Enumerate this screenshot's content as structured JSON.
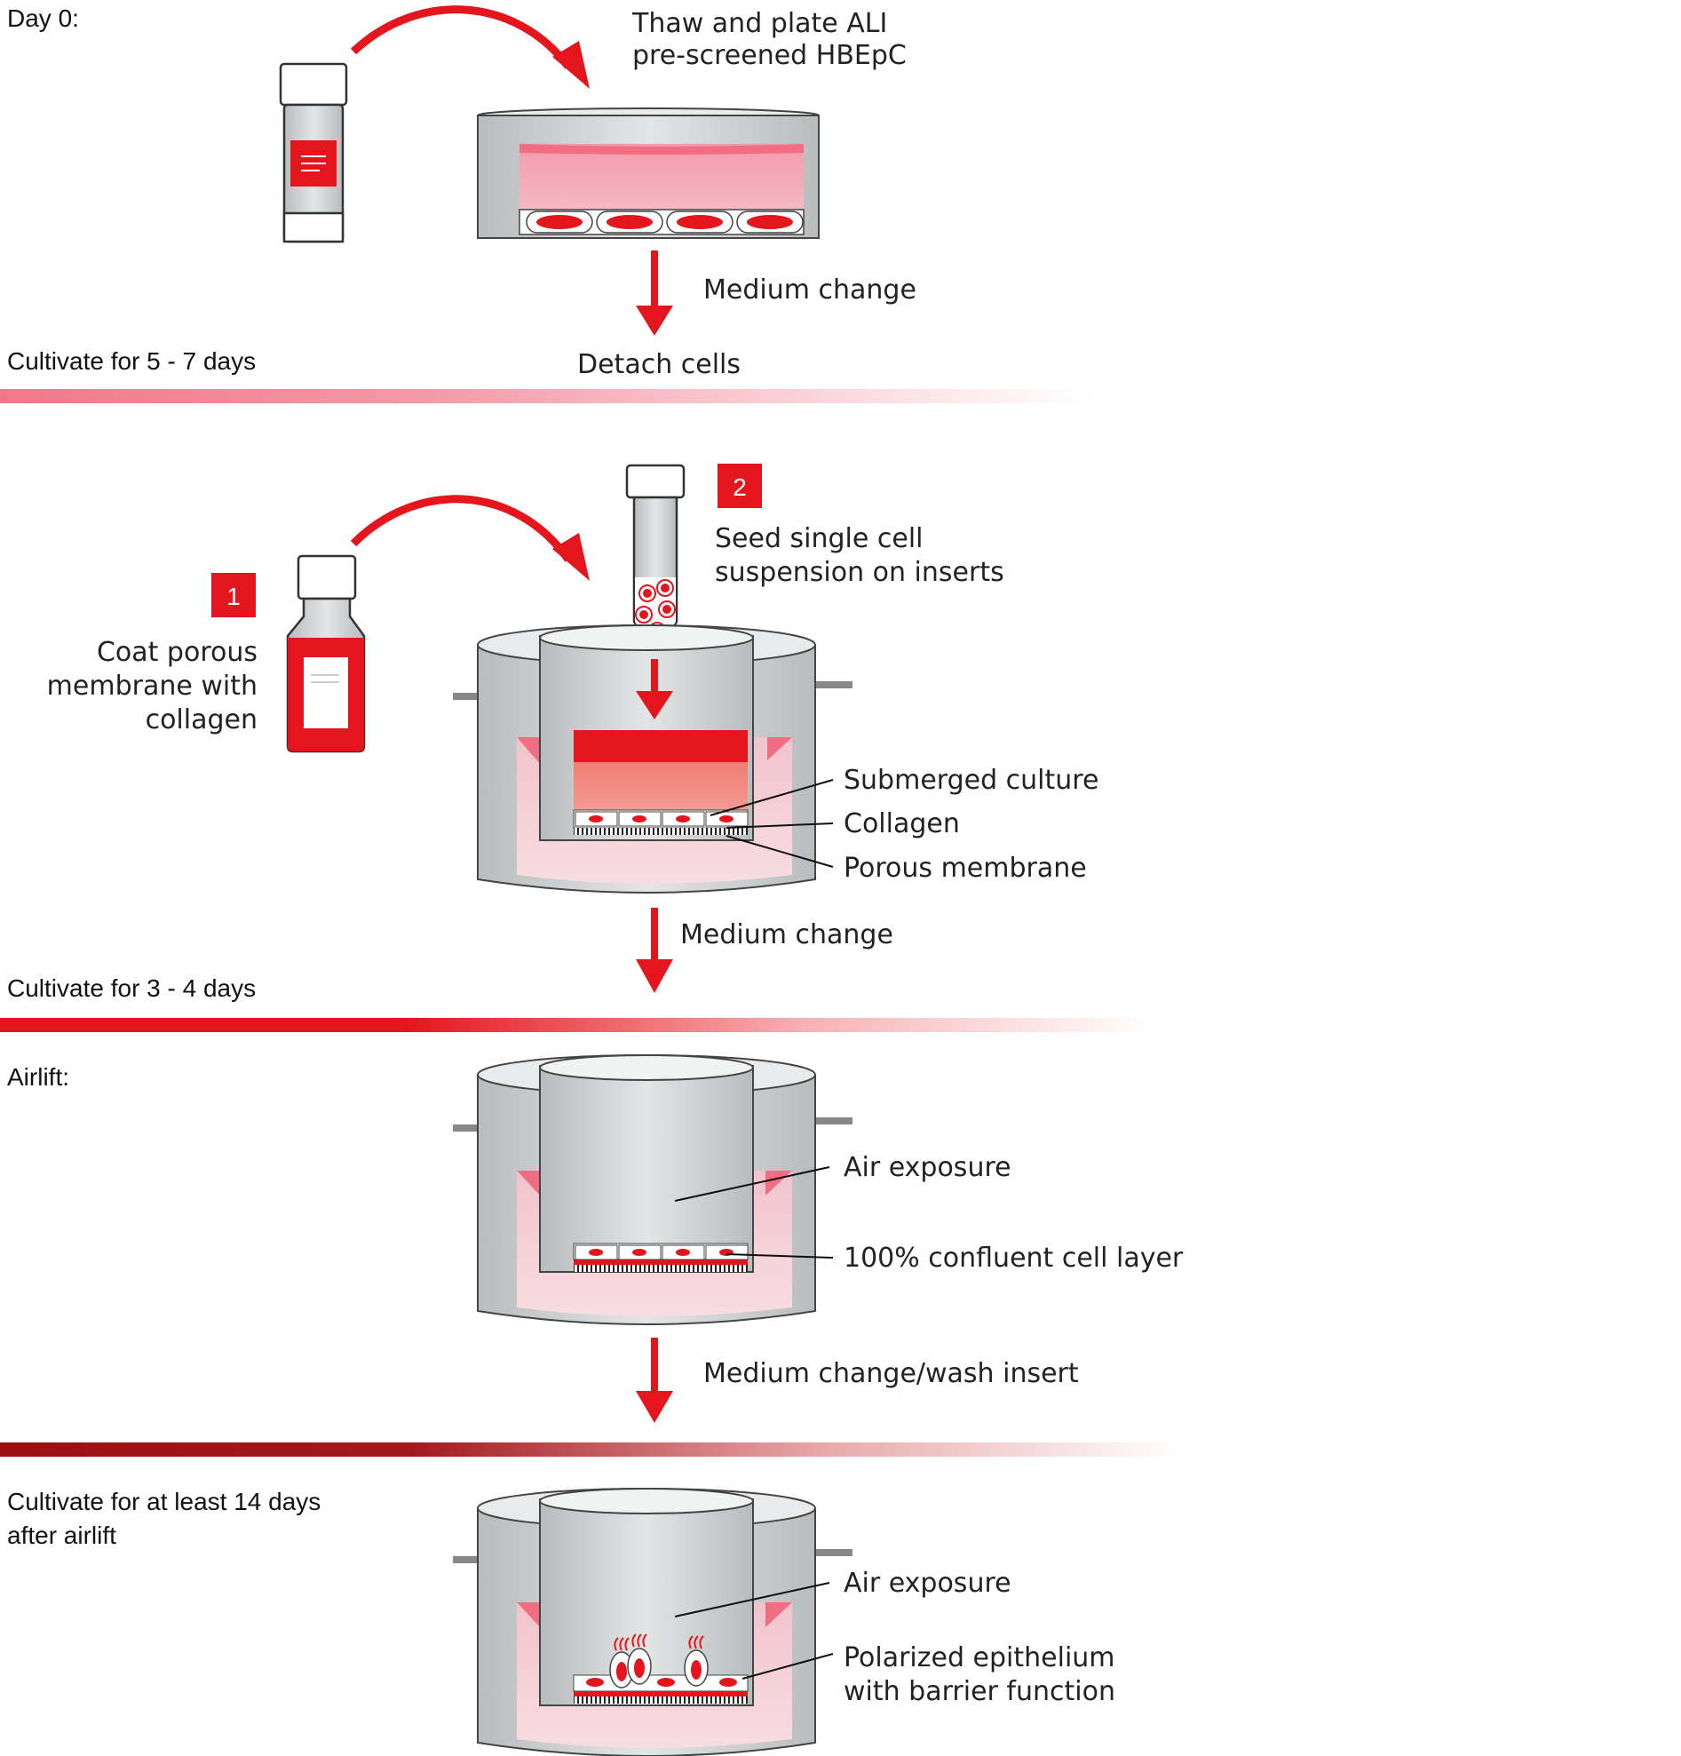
{
  "colors": {
    "red": "#e4151c",
    "pink": "#f4b7c3",
    "grey": "#c9cbcc"
  },
  "stages": {
    "day0": "Day 0:",
    "cultivate1": "Cultivate for 5 - 7 days",
    "cultivate2": "Cultivate for 3 - 4 days",
    "airlift": "Airlift:",
    "cultivate3_line1": "Cultivate for at least 14 days",
    "cultivate3_line2": "after airlift"
  },
  "step1": {
    "thaw_line1": "Thaw and plate ALI",
    "thaw_line2": "pre-screened HBEpC",
    "medium_change": "Medium change",
    "detach": "Detach cells"
  },
  "step2": {
    "badge1": "1",
    "badge2": "2",
    "coat_line1": "Coat porous",
    "coat_line2": "membrane with",
    "coat_line3": "collagen",
    "seed_line1": "Seed single cell",
    "seed_line2": "suspension on inserts",
    "submerged": "Submerged culture",
    "collagen": "Collagen",
    "membrane": "Porous membrane",
    "medium_change": "Medium change"
  },
  "step3": {
    "air": "Air exposure",
    "confluent": "100% confluent cell layer",
    "medium_change": "Medium change/wash insert"
  },
  "step4": {
    "air": "Air exposure",
    "polarized_line1": "Polarized epithelium",
    "polarized_line2": "with barrier function"
  }
}
